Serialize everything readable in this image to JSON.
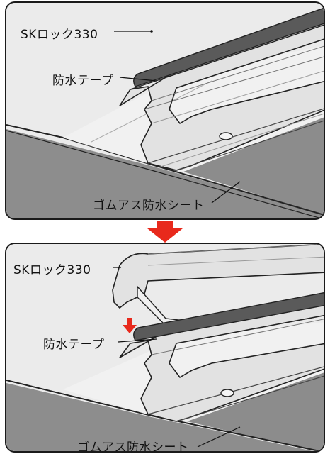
{
  "top_panel": {
    "sk_lock_label": "SKロック330",
    "tape_label": "防水テープ",
    "sheet_label": "ゴムアス防水シート"
  },
  "bottom_panel": {
    "sk_lock_label": "SKロック330",
    "tape_label": "防水テープ",
    "sheet_label": "ゴムアス防水シート"
  },
  "colors": {
    "arrow": "#e8291c",
    "tape": "#555555",
    "sheet": "#8c8c8c",
    "metal": "#e4e4e4"
  }
}
